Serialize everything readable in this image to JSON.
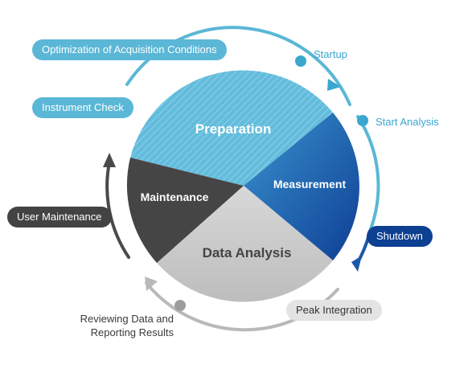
{
  "segments": {
    "preparation": "Preparation",
    "measurement": "Measurement",
    "data_analysis": "Data Analysis",
    "maintenance": "Maintenance"
  },
  "steps": {
    "optimization": "Optimization of Acquisition Conditions",
    "instrument_check": "Instrument Check",
    "startup": "Startup",
    "start_analysis": "Start Analysis",
    "shutdown": "Shutdown",
    "peak_integration": "Peak Integration",
    "reviewing_line1": "Reviewing Data and",
    "reviewing_line2": "Reporting Results",
    "user_maintenance": "User Maintenance"
  },
  "colors": {
    "preparation": "#63bcdc",
    "measurement": "#1f6fba",
    "data_analysis": "#c9c9c9",
    "maintenance": "#454545",
    "ring_blue": "#5bb7d6",
    "ring_navy": "#1b57a8",
    "ring_gray": "#b9b9b9",
    "ring_dark": "#4a4a4a"
  }
}
